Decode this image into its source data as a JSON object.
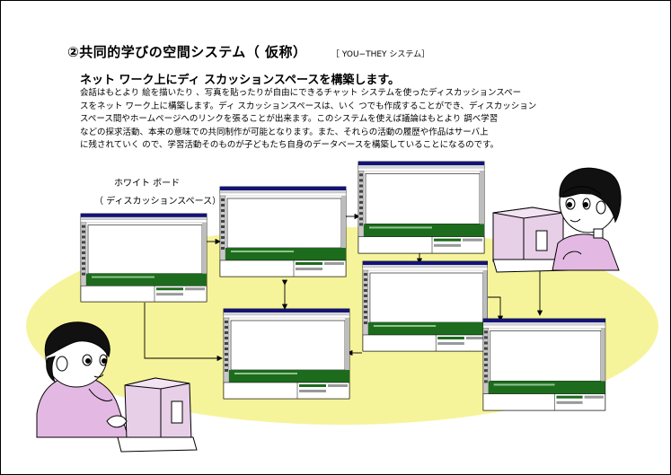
{
  "title": "②共同的学びの空間システム（ 仮称）",
  "subtitle": "［ YOU−THEY システム］",
  "lead": "ネット ワーク上にディ スカッションスペースを構築します。",
  "body_lines": [
    "会話はもとより 絵を描いたり 、写真を貼ったりが自由にできるチャット システムを使ったディスカッションスペー",
    "スをネット ワーク上に構築します。ディ スカッションスペースは、いく つでも作成することができ、ディスカッション",
    "スペース間やホームページへのリンクを張ることが出来ます。このシステムを使えば議論はもとより 調べ学習",
    "などの探求活動、本来の意味での共同制作が可能となります。また、それらの活動の履歴や作品はサーバ上",
    "に残されていく ので、学習活動そのものが子どもたち自身のデータベースを構築していることになるのです。"
  ],
  "diagram": {
    "label_whiteboard": "ホワイト ボード",
    "label_discussion_space": "（ ディスカッションスペース）",
    "colors": {
      "highlight": "#f6f49a",
      "window_title": "#13137a",
      "window_green": "#1d6b1d",
      "shirt": "#e3b9e3",
      "computer": "#e8cfe8"
    }
  }
}
